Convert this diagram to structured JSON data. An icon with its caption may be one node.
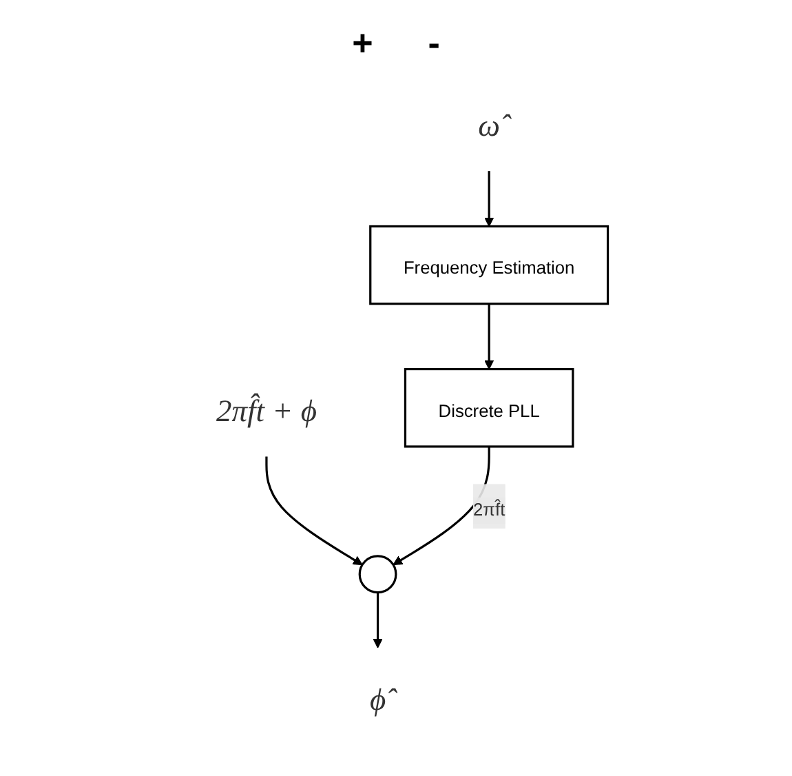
{
  "diagram": {
    "nodes": [
      {
        "text": [
          "2πf̂t + ϕ"
        ]
      },
      {
        "text": [
          "ω̂"
        ]
      },
      {
        "text": [
          "Frequency Estimation"
        ]
      },
      {
        "text": [
          "Discrete PLL"
        ]
      },
      {
        "text": [],
        "shape": "circle",
        "beside": [
          "+",
          "-"
        ]
      },
      {
        "text": [
          "ϕ̂"
        ]
      }
    ],
    "edges": [
      {
        "from": 0,
        "to": 4,
        "arrow": "to"
      },
      {
        "from": 1,
        "to": 2,
        "arrow": "to"
      },
      {
        "from": 2,
        "to": 3,
        "arrow": "to"
      },
      {
        "from": 3,
        "to": 4,
        "arrow": "to",
        "label": "2πf̂t"
      },
      {
        "from": 4,
        "to": 5,
        "arrow": "to"
      }
    ]
  }
}
